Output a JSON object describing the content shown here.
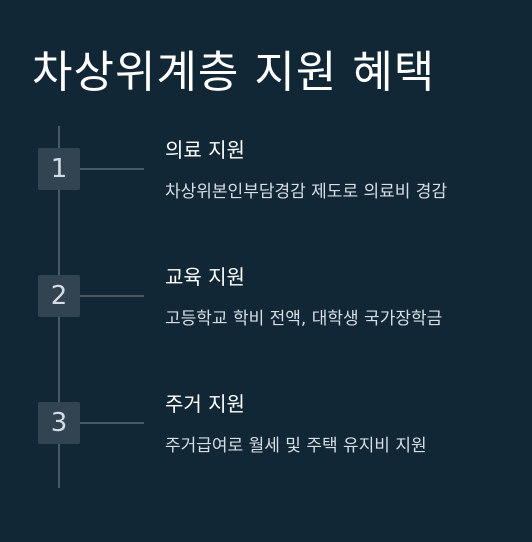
{
  "title": "차상위계층 지원 혜택",
  "accent_color": "#324452",
  "background_color": "#122736",
  "steps": [
    {
      "number": "1",
      "title": "의료 지원",
      "description": "차상위본인부담경감 제도로 의료비 경감"
    },
    {
      "number": "2",
      "title": "교육 지원",
      "description": "고등학교 학비 전액, 대학생 국가장학금"
    },
    {
      "number": "3",
      "title": "주거 지원",
      "description": "주거급여로 월세 및 주택 유지비 지원"
    }
  ]
}
